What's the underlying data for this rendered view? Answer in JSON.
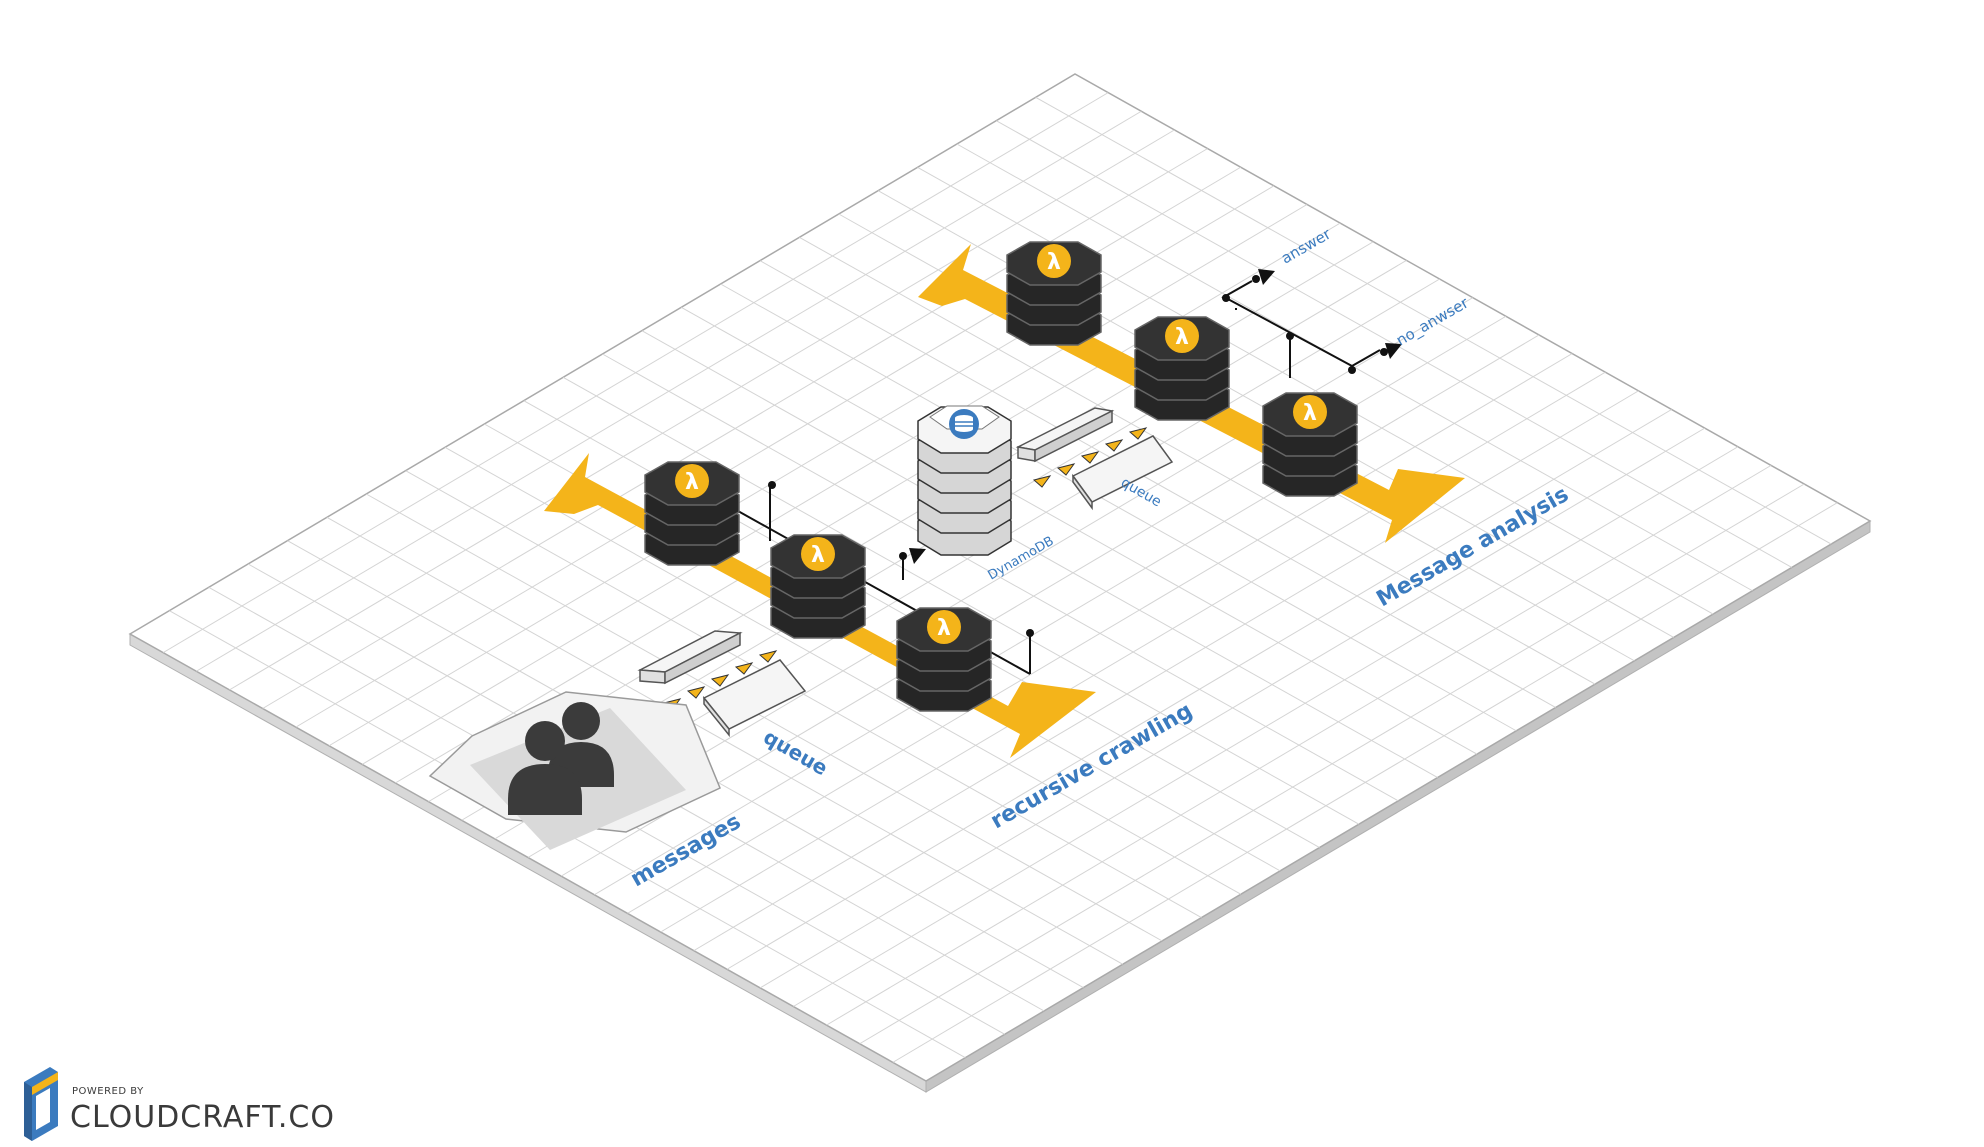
{
  "labels": {
    "messages": "messages",
    "queue_1": "queue",
    "queue_2": "queue",
    "recursive_crawling": "recursive crawling",
    "message_analysis": "Message analysis",
    "dynamodb": "DynamoDB",
    "answer": "answer",
    "no_answer": "no_anwser"
  },
  "brand": {
    "powered_by": "POWERED BY",
    "name": "CLOUDCRAFT.CO"
  },
  "icons": {
    "lambda": "lambda-icon",
    "dynamodb": "dynamodb-icon",
    "users": "users-icon",
    "queue": "sqs-queue-icon",
    "logo": "cloudcraft-logo-icon"
  },
  "colors": {
    "arrow": "#f4b41a",
    "lambda_body": "#2b2b2b",
    "lambda_badge": "#f4b41a",
    "label": "#3b7bbf",
    "grid_line": "#cfcfcf",
    "dynamodb_badge": "#3b7bbf"
  }
}
